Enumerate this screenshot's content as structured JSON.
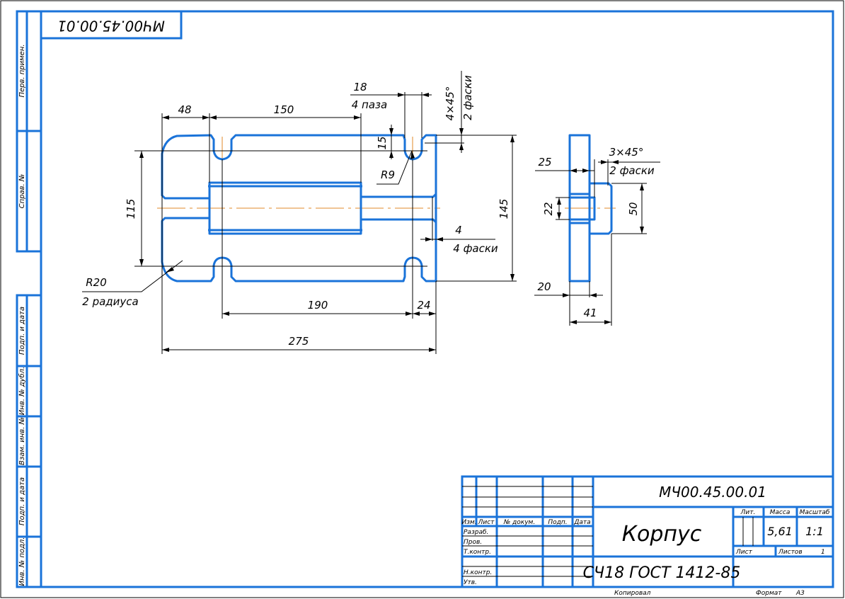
{
  "document": {
    "designation": "МЧ00.45.00.01",
    "designation_rotated": "МЧ00.45.00.01",
    "part_name": "Корпус",
    "material": "СЧ18  ГОСТ 1412-85",
    "mass": "5,61",
    "scale": "1:1",
    "sheets_label": "Листов",
    "sheets_value": "1",
    "sheet_label": "Лист",
    "lit_label": "Лит.",
    "mass_label": "Масса",
    "scale_label": "Масштаб",
    "copied_label": "Копировал",
    "format_label": "Формат",
    "format_value": "A3"
  },
  "title_block": {
    "headers": [
      "Изм.",
      "Лист",
      "№ докум.",
      "Подп.",
      "Дата"
    ],
    "roles": [
      "Разраб.",
      "Пров.",
      "Т.контр.",
      "",
      "Н.контр.",
      "Утв."
    ]
  },
  "side_strip": {
    "top": [
      "Перв. примен.",
      "Справ. №"
    ],
    "bottom": [
      "Подп. и дата",
      "Инв. № дубл.",
      "Взам. инв. №",
      "Подп. и дата",
      "Инв. № подл."
    ]
  },
  "front_view_dims": {
    "d48": "48",
    "d150": "150",
    "d18": "18",
    "slots": "4 паза",
    "chamfer_top": "4×45°",
    "chamfer_top_count": "2 фаски",
    "d15": "15",
    "r9": "R9",
    "d115": "115",
    "d145": "145",
    "d4": "4",
    "chamfer_side_count": "4 фаски",
    "r20": "R20",
    "radii_count": "2 радиуса",
    "d190": "190",
    "d24": "24",
    "d275": "275"
  },
  "side_view_dims": {
    "d25": "25",
    "chamfer": "3×45°",
    "chamfer_count": "2 фаски",
    "d22": "22",
    "d50": "50",
    "d20": "20",
    "d41": "41"
  }
}
